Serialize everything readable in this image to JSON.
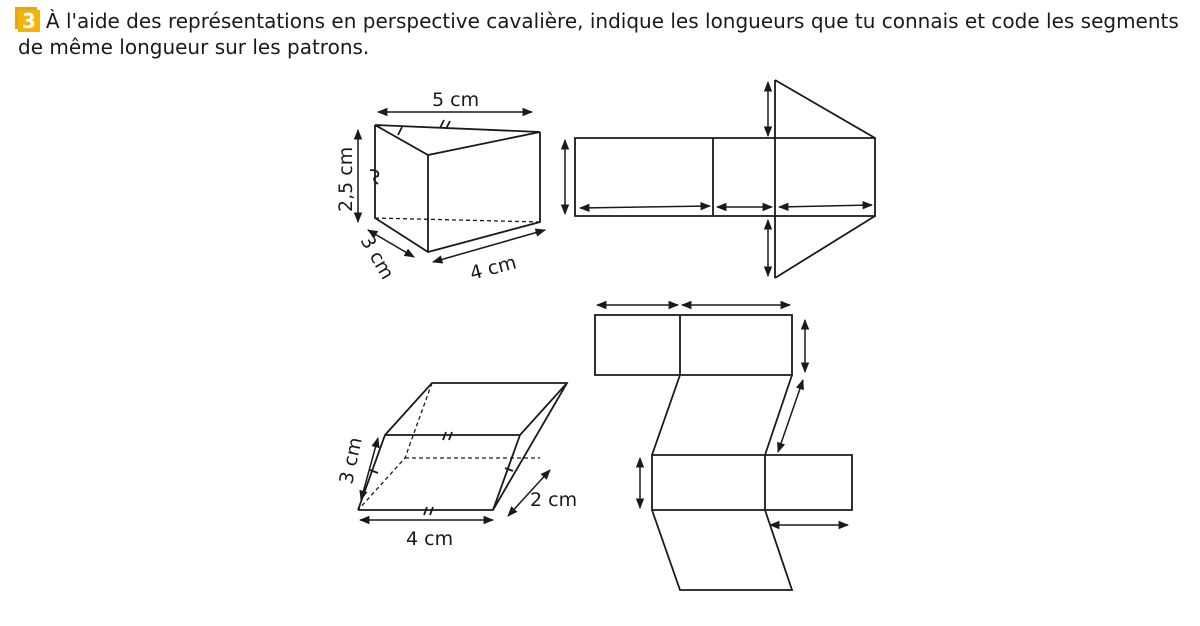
{
  "exercise": {
    "number": "3",
    "instruction": "À l'aide des représentations en perspective cavalière, indique les longueurs que tu connais et code les segments de même longueur sur les patrons."
  },
  "figure1": {
    "length": "5 cm",
    "height": "2,5 cm",
    "side_a": "3 cm",
    "side_b": "4 cm"
  },
  "figure2": {
    "side": "3 cm",
    "length": "4 cm",
    "depth": "2 cm"
  }
}
